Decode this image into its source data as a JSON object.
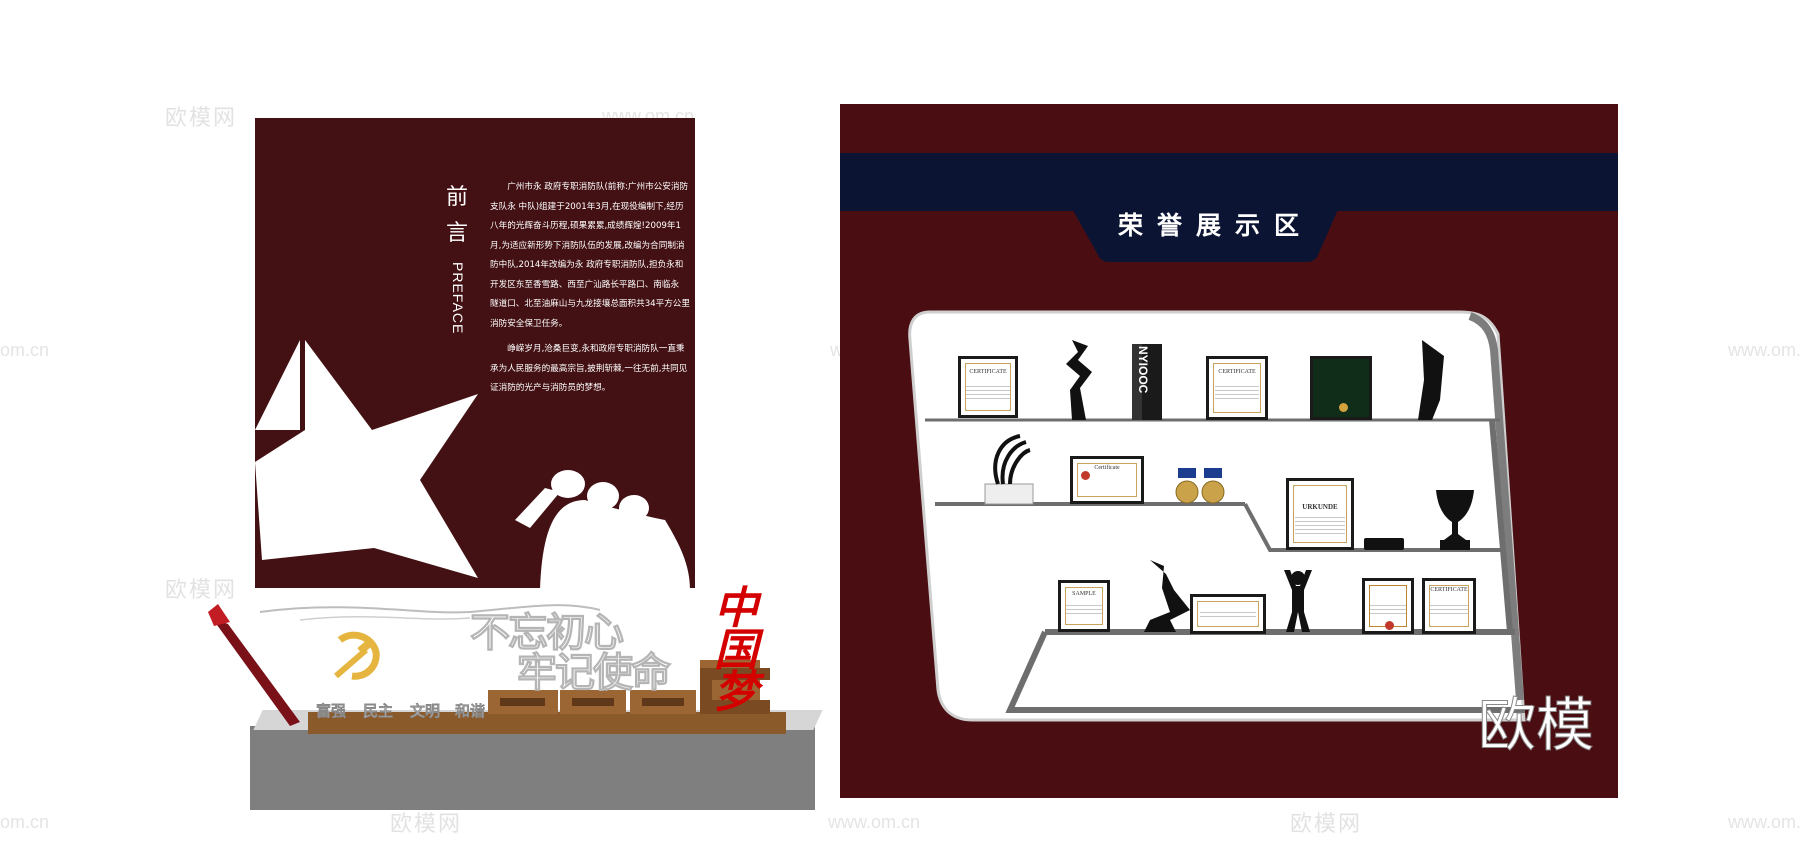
{
  "watermarks": {
    "brand": "欧模网",
    "url": "www.om.cn",
    "url_partial": "om.cn"
  },
  "preface": {
    "title_cn": "前言",
    "title_en": "PREFACE",
    "paragraphs": [
      "广州市永  政府专职消防队(前称:广州市公安消防支队永  中队)组建于2001年3月,在现役编制下,经历八年的光辉奋斗历程,硕果累累,成绩辉煌!2009年1月,为适应新形势下消防队伍的发展,改编为合同制消防中队,2014年改编为永  政府专职消防队,担负永和开发区东至香雪路、西至广汕路长平路口、南临永  隧道口、北至油麻山与九龙接壤总面积共34平方公里消防安全保卫任务。",
      "峥嵘岁月,沧桑巨变,永和政府专职消防队一直秉承为人民服务的最高宗旨,披荆斩棘,一往无前,共同见证消防的光产与消防员的梦想。"
    ]
  },
  "sculpture": {
    "slogan_line1": "不忘初心",
    "slogan_line2": "牢记使命",
    "china_dream": "中国梦",
    "values": [
      "富强",
      "民主",
      "文明",
      "和谐"
    ]
  },
  "honor_wall": {
    "title": "荣誉展示区",
    "brand_corner": "欧模",
    "certificates": [
      {
        "label": "CERTIFICATE"
      },
      {
        "label": "CERTIFICATE"
      },
      {
        "label": "Certificate"
      },
      {
        "label": "URKUNDE"
      },
      {
        "label": "SAMPLE"
      },
      {
        "label": ""
      },
      {
        "label": ""
      },
      {
        "label": "CERTIFICATE"
      }
    ],
    "tower_trophy_text": "NYIOOC"
  },
  "colors": {
    "panel_maroon": "#431114",
    "navy": "#0c1433",
    "base_gray": "#7f7f7f",
    "red": "#d40000",
    "wood": "#8a5a2b"
  }
}
